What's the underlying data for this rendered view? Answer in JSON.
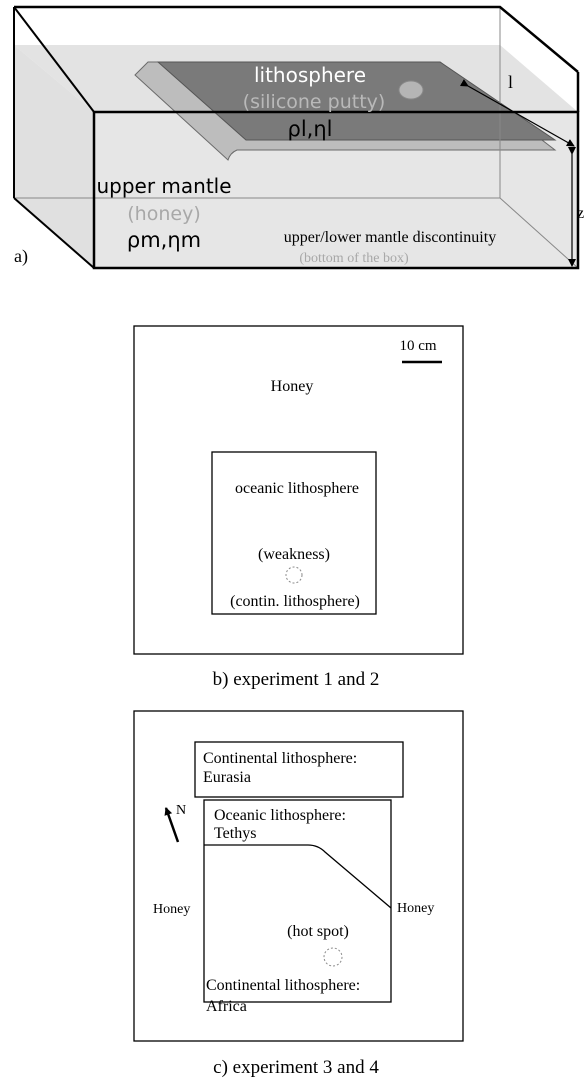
{
  "panel_a": {
    "lithosphere_label": "lithosphere",
    "lithosphere_material": "(silicone putty)",
    "lithosphere_params": "ρl,ηl",
    "length_label": "l",
    "mantle_label": "upper mantle",
    "mantle_material": "(honey)",
    "mantle_params": "ρm,ηm",
    "discontinuity_label": "upper/lower mantle discontinuity",
    "discontinuity_note": "(bottom of the box)",
    "depth_label": "z",
    "panel_label": "a)"
  },
  "panel_b": {
    "scale_label": "10 cm",
    "honey_label": "Honey",
    "oceanic_label": "oceanic lithosphere",
    "weakness_label": "(weakness)",
    "contin_label": "(contin. lithosphere)",
    "caption": "b) experiment 1 and 2"
  },
  "panel_c": {
    "eurasia_line1": "Continental lithosphere:",
    "eurasia_line2": "Eurasia",
    "north_label": "N",
    "tethys_line1": "Oceanic lithosphere:",
    "tethys_line2": "Tethys",
    "honey_left": "Honey",
    "honey_right": "Honey",
    "hotspot_label": "(hot spot)",
    "africa_line1": "Continental lithosphere:",
    "africa_line2": "Africa",
    "caption": "c) experiment 3 and 4"
  },
  "colors": {
    "box_line": "#000000",
    "honey_fill": "#e3e3e3",
    "plate_top": "#7a7a7a",
    "plate_side": "#bdbdbd",
    "light_text": "#a8a8a8",
    "dashed_circle": "#8a8a8a"
  }
}
